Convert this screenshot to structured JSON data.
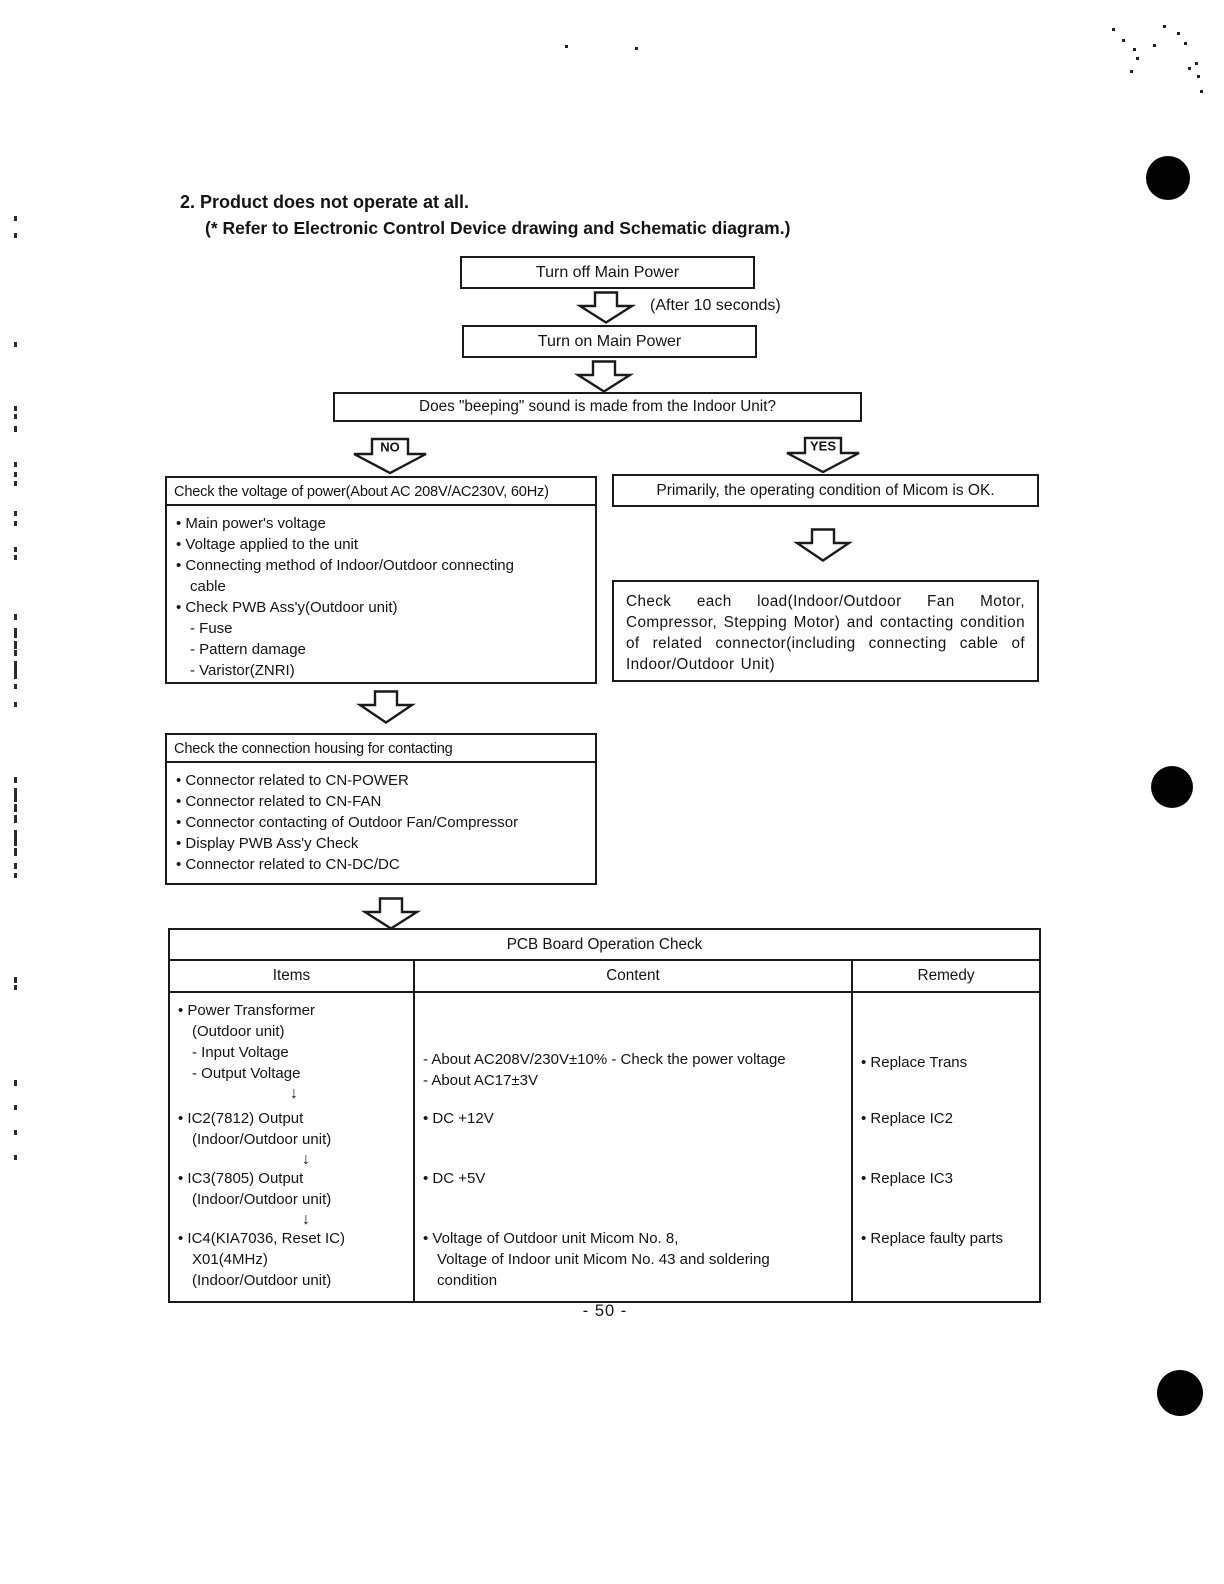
{
  "page": {
    "title_line1": "2. Product does not operate at all.",
    "title_line2": "(* Refer to Electronic Control Device drawing and Schematic diagram.)",
    "page_number": "- 50 -"
  },
  "flow": {
    "turn_off": "Turn off Main Power",
    "after_label": "(After 10 seconds)",
    "turn_on": "Turn on Main Power",
    "beeping_question": "Does \"beeping\" sound is made from the Indoor Unit?",
    "no_label": "NO",
    "yes_label": "YES",
    "check_voltage": {
      "title": "Check the voltage of power(About AC 208V/AC230V, 60Hz)",
      "lines": [
        {
          "t": "• Main power's voltage"
        },
        {
          "t": "• Voltage applied to the unit"
        },
        {
          "t": "• Connecting method of Indoor/Outdoor connecting"
        },
        {
          "t": "cable",
          "i": 1
        },
        {
          "t": "• Check PWB Ass'y(Outdoor unit)"
        },
        {
          "t": "- Fuse",
          "i": 1
        },
        {
          "t": "- Pattern damage",
          "i": 1
        },
        {
          "t": "- Varistor(ZNRI)",
          "i": 1
        }
      ]
    },
    "micom_ok": "Primarily, the operating condition of Micom is OK.",
    "check_load": "Check each load(Indoor/Outdoor Fan Motor, Compressor, Stepping Motor) and contacting condition of related connector(including connecting cable of Indoor/Outdoor Unit)",
    "check_housing": {
      "title": "Check the connection housing for contacting",
      "lines": [
        {
          "t": "• Connector related to CN-POWER"
        },
        {
          "t": "• Connector related to CN-FAN"
        },
        {
          "t": "• Connector contacting of Outdoor Fan/Compressor"
        },
        {
          "t": "• Display PWB Ass'y Check"
        },
        {
          "t": "• Connector related to CN-DC/DC"
        }
      ]
    }
  },
  "table": {
    "title": "PCB Board Operation Check",
    "headers": [
      "Items",
      "Content",
      "Remedy"
    ],
    "rows": [
      {
        "items": [
          {
            "t": "• Power Transformer"
          },
          {
            "t": "(Outdoor unit)",
            "i": 1
          },
          {
            "t": "- Input Voltage",
            "i": 1
          },
          {
            "t": "- Output Voltage",
            "i": 1
          }
        ],
        "step_arrow": "↓",
        "content": [
          {
            "t": "- About AC208V/230V±10% - Check the power voltage"
          },
          {
            "t": "- About AC17±3V"
          }
        ],
        "remedy": "• Replace Trans"
      },
      {
        "items": [
          {
            "t": "• IC2(7812) Output"
          },
          {
            "t": "(Indoor/Outdoor unit)",
            "i": 1
          }
        ],
        "step_arrow": "↓",
        "content": [
          {
            "t": "• DC +12V"
          }
        ],
        "remedy": "• Replace IC2"
      },
      {
        "items": [
          {
            "t": "• IC3(7805) Output"
          },
          {
            "t": "(Indoor/Outdoor unit)",
            "i": 1
          }
        ],
        "step_arrow": "↓",
        "content": [
          {
            "t": "• DC +5V"
          }
        ],
        "remedy": "• Replace IC3"
      },
      {
        "items": [
          {
            "t": "• IC4(KIA7036, Reset IC)"
          },
          {
            "t": "X01(4MHz)",
            "i": 1
          },
          {
            "t": "(Indoor/Outdoor unit)",
            "i": 1
          }
        ],
        "content": [
          {
            "t": "• Voltage of Outdoor unit Micom No. 8,"
          },
          {
            "t": "Voltage of Indoor unit Micom No. 43 and soldering",
            "i": 1
          },
          {
            "t": "condition",
            "i": 1
          }
        ],
        "remedy": "• Replace faulty parts"
      }
    ]
  }
}
